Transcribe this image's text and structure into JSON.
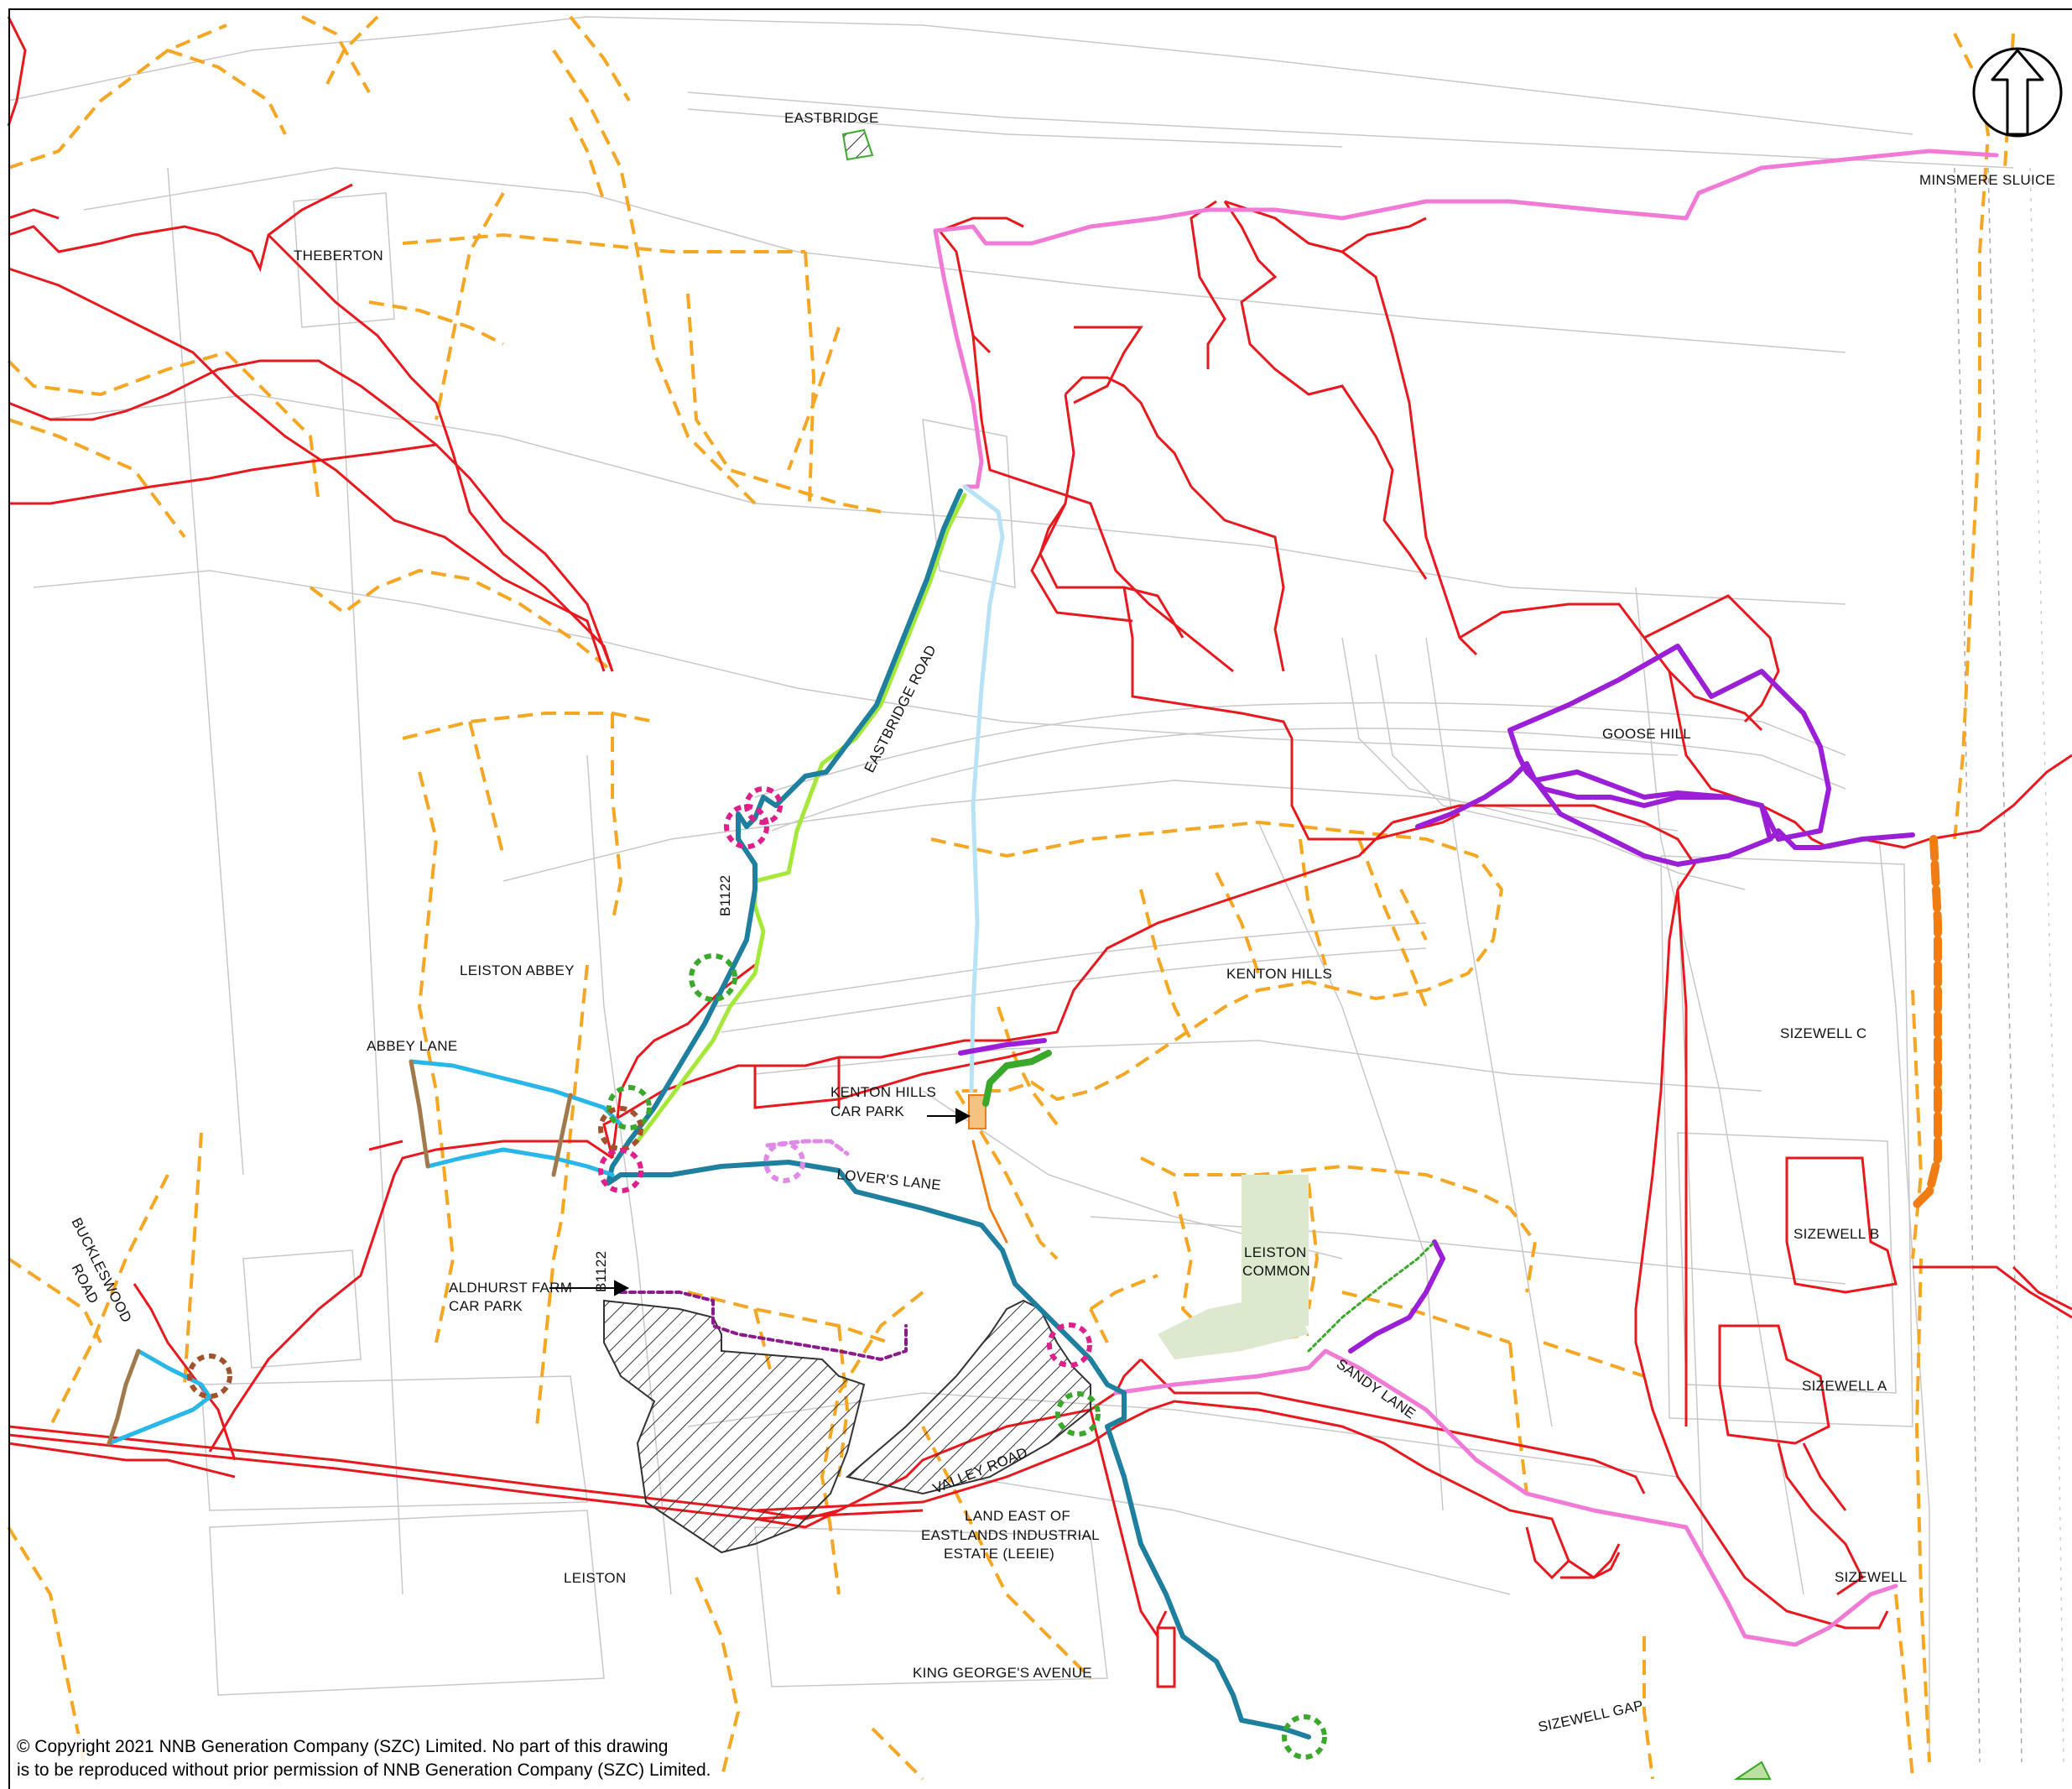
{
  "labels": {
    "eastbridge": "EASTBRIDGE",
    "theberton": "THEBERTON",
    "minsmere_sluice": "MINSMERE SLUICE",
    "eastbridge_road": "EASTBRIDGE ROAD",
    "goose_hill": "GOOSE HILL",
    "b1122_north": "B1122",
    "leiston_abbey": "LEISTON ABBEY",
    "kenton_hills": "KENTON HILLS",
    "abbey_lane": "ABBEY LANE",
    "sizewell_c": "SIZEWELL C",
    "kenton_hills_car_park_1": "KENTON HILLS",
    "kenton_hills_car_park_2": "CAR PARK",
    "lovers_lane": "LOVER'S LANE",
    "sizewell_b": "SIZEWELL B",
    "buckleswood_road_1": "BUCKLESWOOD",
    "buckleswood_road_2": "ROAD",
    "leiston_common_1": "LEISTON",
    "leiston_common_2": "COMMON",
    "b1122_south": "B1122",
    "aldhurst_1": "ALDHURST FARM",
    "aldhurst_2": "CAR PARK",
    "sandy_lane": "SANDY LANE",
    "sizewell_a": "SIZEWELL A",
    "valley_road": "VALLEY ROAD",
    "leeie_1": "LAND EAST OF",
    "leeie_2": "EASTLANDS INDUSTRIAL",
    "leeie_3": "ESTATE (LEEIE)",
    "leiston": "LEISTON",
    "sizewell": "SIZEWELL",
    "king_georges_avenue": "KING GEORGE'S AVENUE",
    "sizewell_gap": "SIZEWELL GAP"
  },
  "copyright": {
    "line1": "© Copyright 2021 NNB Generation Company (SZC) Limited. No part of this drawing",
    "line2": "is to be reproduced without prior permission of NNB Generation Company (SZC) Limited."
  },
  "icons": {
    "north_arrow": "north-arrow-icon"
  },
  "colors": {
    "boundary_red": "#e8191e",
    "footpath_orange": "#f5a623",
    "pink_route": "#f07ad6",
    "magenta": "#e0208a",
    "purple": "#9b1fd6",
    "teal": "#1f7f9e",
    "light_blue": "#b8e2f5",
    "lime": "#a6e83a",
    "green": "#3aa82a",
    "cyan": "#29b6e8",
    "brown": "#a07a4a",
    "dark_orange": "#f07d14",
    "dashed_magenta": "#8b1a8b",
    "base_grey": "#bdbdbd"
  }
}
